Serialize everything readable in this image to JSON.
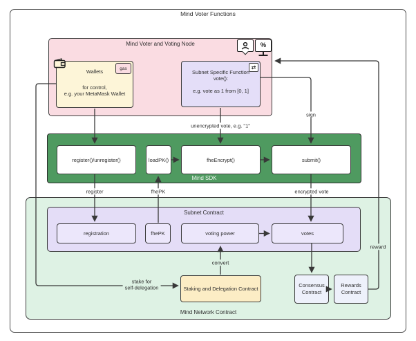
{
  "diagram": {
    "title": "Mind Voter Functions",
    "voting_node": {
      "title": "Mind Voter and Voting Node",
      "wallets": {
        "title": "Wallets",
        "line1": "for control,",
        "line2": "e.g. your MetaMask Wallet",
        "badge": "gas"
      },
      "vote_fn": {
        "line1": "Subnet Specific Function",
        "line2": "vote():",
        "line3": "e.g. vote as 1 from [0, 1]",
        "swap_glyph": "⇄"
      },
      "icons": {
        "person": "voter-person-icon",
        "percent_glyph": "%"
      }
    },
    "sdk": {
      "label": "Mind SDK",
      "nodes": [
        "register()/unregister()",
        "loadPK()",
        "fheEncrypt()",
        "submit()"
      ]
    },
    "network": {
      "label": "Mind Network Contract",
      "subnet": {
        "title": "Subnet Contract",
        "nodes": [
          "registration",
          "fhePK",
          "voting power",
          "votes"
        ]
      },
      "staking": "Staking and Delegation Contract",
      "consensus": {
        "line1": "Consensus",
        "line2": "Contract"
      },
      "rewards": {
        "line1": "Rewards",
        "line2": "Contract"
      }
    },
    "edge_labels": {
      "unencrypted": "unencrypted vote, e.g. \"1\"",
      "sign": "sign",
      "register": "register",
      "fhepk": "fhePK",
      "encrypted": "encrypted vote",
      "reward": "reward",
      "stake1": "stake for",
      "stake2": "self-delegation",
      "convert": "convert"
    }
  }
}
